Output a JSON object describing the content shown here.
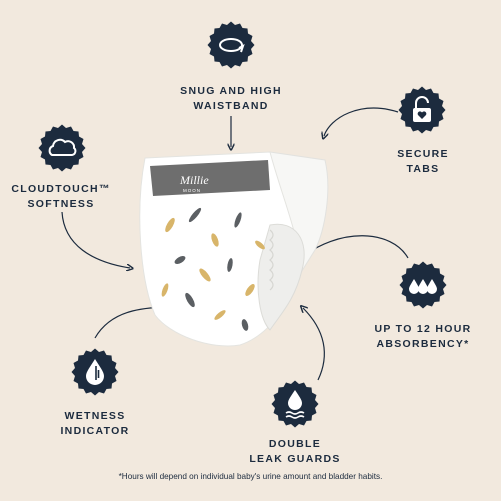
{
  "colors": {
    "background": "#f2e9de",
    "navy": "#1c2b3e",
    "diaper": "#ffffff",
    "leaf_gold": "#d8b56a",
    "leaf_gray": "#5b5f63"
  },
  "diaper": {
    "brand": "Millie",
    "sub": "MOON"
  },
  "features": [
    {
      "id": "waistband",
      "icon": "rotate-arrow-icon",
      "lines": [
        "SNUG AND HIGH",
        "WAISTBAND"
      ]
    },
    {
      "id": "tabs",
      "icon": "lock-heart-icon",
      "lines": [
        "SECURE",
        "TABS"
      ]
    },
    {
      "id": "softness",
      "icon": "cloud-icon",
      "lines": [
        "CLOUDTOUCH™",
        "SOFTNESS"
      ]
    },
    {
      "id": "absorbency",
      "icon": "three-drops-icon",
      "lines": [
        "UP TO 12 HOUR",
        "ABSORBENCY*"
      ]
    },
    {
      "id": "wetness",
      "icon": "drop-indicator-icon",
      "lines": [
        "WETNESS",
        "INDICATOR"
      ]
    },
    {
      "id": "leak",
      "icon": "drop-waves-icon",
      "lines": [
        "DOUBLE",
        "LEAK GUARDS"
      ]
    }
  ],
  "footnote": "*Hours will depend on individual baby's urine amount and bladder habits."
}
